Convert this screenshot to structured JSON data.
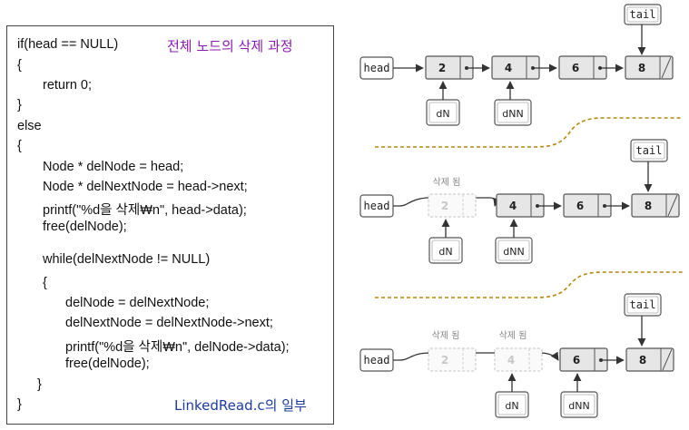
{
  "code_panel": {
    "title": "전체 노드의 삭제 과정",
    "caption": "LinkedRead.c의 일부",
    "lines": [
      "if(head == NULL)",
      "{",
      "return 0;",
      "}",
      "else",
      "{",
      "Node * delNode = head;",
      "Node * delNextNode = head->next;",
      "printf(\"%d을 삭제₩n\", head->data);",
      "free(delNode);",
      "while(delNextNode != NULL)",
      "{",
      "delNode = delNextNode;",
      "delNextNode = delNextNode->next;",
      "printf(\"%d을 삭제₩n\", delNode->data);",
      "free(delNode);",
      "}",
      "}"
    ]
  },
  "diagram": {
    "head_label": "head",
    "tail_label": "tail",
    "deleted_label": "삭제 됨",
    "stage1": {
      "nodes": [
        "2",
        "4",
        "6",
        "8"
      ],
      "pointers": [
        "dN",
        "dNN"
      ]
    },
    "stage2": {
      "nodes": [
        "2",
        "4",
        "6",
        "8"
      ],
      "pointers": [
        "dN",
        "dNN"
      ]
    },
    "stage3": {
      "nodes": [
        "2",
        "4",
        "6",
        "8"
      ],
      "pointers": [
        "dN",
        "dNN"
      ]
    }
  },
  "colors": {
    "node_fill": "#e6e6e6",
    "node_border": "#555555",
    "faded_border": "#cfcfcf",
    "separator": "#b8860b",
    "title": "#8a1bb0",
    "caption": "#1b3c9c"
  }
}
